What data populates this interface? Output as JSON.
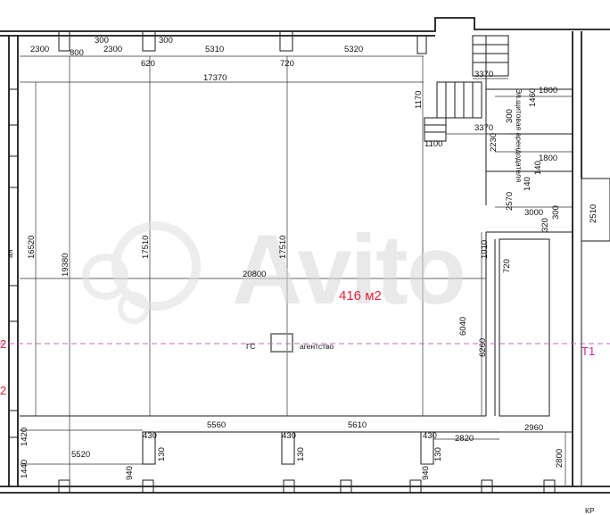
{
  "area_label": "416 м2",
  "room_label": "Эл.щитовая арендодателя",
  "axis_label": "Т1",
  "left_edge_labels": [
    "2",
    "2"
  ],
  "left_edge_word": "ая",
  "watermark": "Avito",
  "watermark_sub": "агентство",
  "corner_label": "КР",
  "dimensions": {
    "top": [
      "2300",
      "2300",
      "5310",
      "5320",
      "800",
      "620",
      "720",
      "300",
      "300",
      "17370"
    ],
    "vertical": [
      "16520",
      "19380",
      "17510",
      "17510",
      "1170",
      "1460",
      "2230",
      "2570",
      "2510",
      "1010",
      "720",
      "6040",
      "6260",
      "1420",
      "1440",
      "2800"
    ],
    "right": [
      "3370",
      "3370",
      "1800",
      "1800",
      "300",
      "1100",
      "140",
      "140",
      "3000",
      "300",
      "320"
    ],
    "middle": "20800",
    "bottom": [
      "5560",
      "5610",
      "5520",
      "2820",
      "2960",
      "430",
      "430",
      "430",
      "130",
      "130",
      "130",
      "940",
      "940"
    ]
  }
}
